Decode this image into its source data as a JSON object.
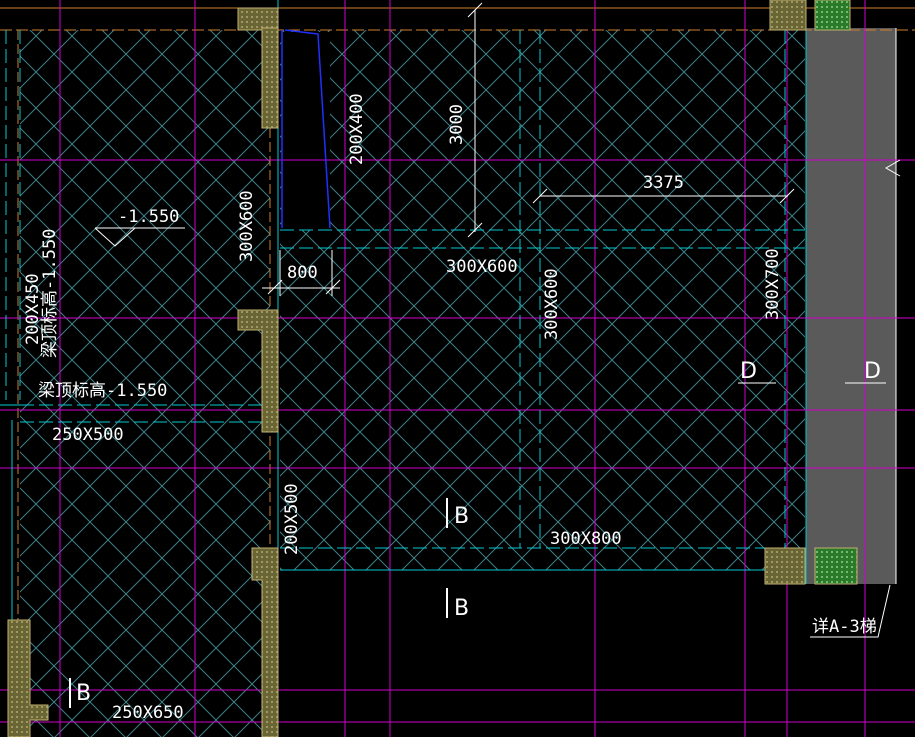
{
  "colors": {
    "background": "#000000",
    "hatch": "#3f7f86",
    "beam_cyan": "#00c8d0",
    "axis_magenta": "#d000d0",
    "boundary_orange": "#d08030",
    "wall_fill": "#5a5a5a",
    "column_fill": "#8a8050",
    "column_fill_green": "#3a9a3a",
    "dim_line": "#ffffff",
    "label_text": "#ffffff",
    "blue_line": "#2030ff"
  },
  "labels": {
    "beam_200x400": "200X400",
    "dim_3000": "3000",
    "dim_3375": "3375",
    "elev_value": "-1.550",
    "beam_300x600_left": "300X600",
    "dim_800": "800",
    "beam_300x600_mid": "300X600",
    "beam_300x600_vert": "300X600",
    "beam_300x700": "300X700",
    "beam_200x450": "200X450",
    "beam_top_elev_1": "梁顶标高-1.550",
    "beam_top_elev_2": "梁顶标高-1.550",
    "beam_250x500": "250X500",
    "beam_200x500": "200X500",
    "beam_300x800": "300X800",
    "beam_250x650": "250X650",
    "section_b1": "B",
    "section_b2": "B",
    "section_b3": "B",
    "section_d1": "D",
    "section_d2": "D",
    "detail_ref": "详A-3梯"
  }
}
